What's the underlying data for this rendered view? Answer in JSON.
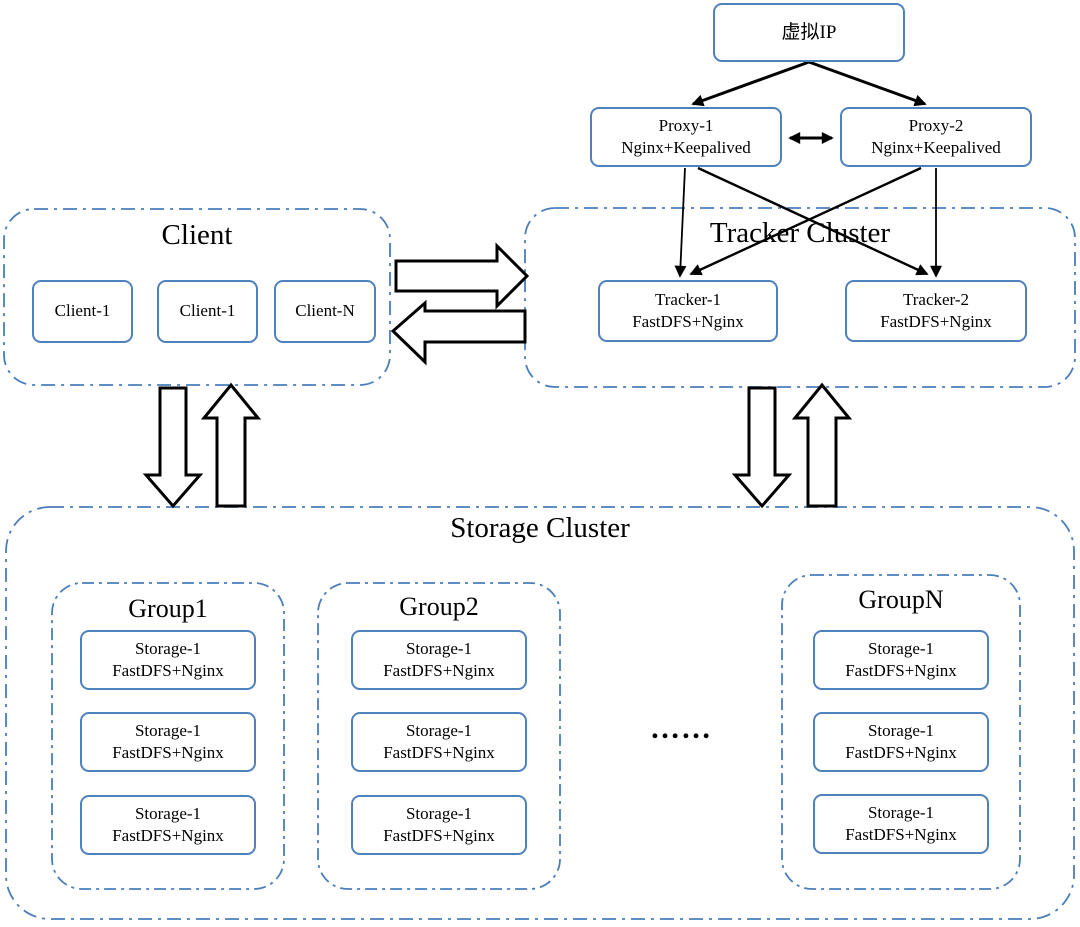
{
  "diagram": {
    "vip": {
      "label": "虚拟IP"
    },
    "proxies": [
      {
        "name": "Proxy-1",
        "stack": "Nginx+Keepalived"
      },
      {
        "name": "Proxy-2",
        "stack": "Nginx+Keepalived"
      }
    ],
    "client_cluster": {
      "title": "Client",
      "nodes": [
        "Client-1",
        "Client-1",
        "Client-N"
      ]
    },
    "tracker_cluster": {
      "title": "Tracker Cluster",
      "nodes": [
        {
          "name": "Tracker-1",
          "stack": "FastDFS+Nginx"
        },
        {
          "name": "Tracker-2",
          "stack": "FastDFS+Nginx"
        }
      ]
    },
    "storage_cluster": {
      "title": "Storage Cluster",
      "ellipsis": "……",
      "groups": [
        {
          "title": "Group1",
          "nodes": [
            {
              "name": "Storage-1",
              "stack": "FastDFS+Nginx"
            },
            {
              "name": "Storage-1",
              "stack": "FastDFS+Nginx"
            },
            {
              "name": "Storage-1",
              "stack": "FastDFS+Nginx"
            }
          ]
        },
        {
          "title": "Group2",
          "nodes": [
            {
              "name": "Storage-1",
              "stack": "FastDFS+Nginx"
            },
            {
              "name": "Storage-1",
              "stack": "FastDFS+Nginx"
            },
            {
              "name": "Storage-1",
              "stack": "FastDFS+Nginx"
            }
          ]
        },
        {
          "title": "GroupN",
          "nodes": [
            {
              "name": "Storage-1",
              "stack": "FastDFS+Nginx"
            },
            {
              "name": "Storage-1",
              "stack": "FastDFS+Nginx"
            },
            {
              "name": "Storage-1",
              "stack": "FastDFS+Nginx"
            }
          ]
        }
      ]
    },
    "colors": {
      "node_border": "#4f81bd",
      "container_border": "#4a7dba",
      "arrow": "#000000",
      "background": "#ffffff"
    }
  }
}
